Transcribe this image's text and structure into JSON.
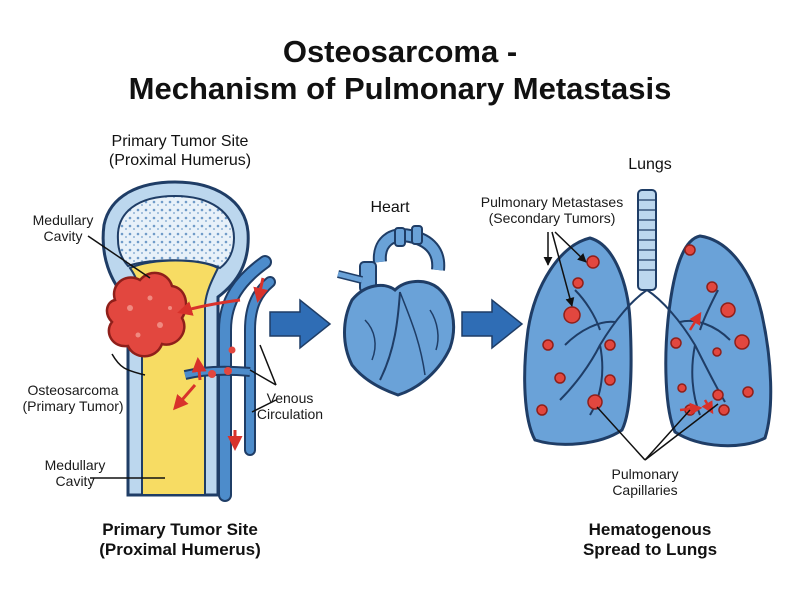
{
  "title": {
    "line1": "Osteosarcoma -",
    "line2": "Mechanism of Pulmonary Metastasis"
  },
  "sections": {
    "primary_top_1": "Primary Tumor Site",
    "primary_top_2": "(Proximal Humerus)",
    "heart": "Heart",
    "lungs": "Lungs",
    "primary_bottom_1": "Primary Tumor Site",
    "primary_bottom_2": "(Proximal Humerus)",
    "spread_1": "Hematogenous",
    "spread_2": "Spread to Lungs"
  },
  "labels": {
    "medullary_top_1": "Medullary",
    "medullary_top_2": "Cavity",
    "osteo_1": "Osteosarcoma",
    "osteo_2": "(Primary Tumor)",
    "medullary_bottom_1": "Medullary",
    "medullary_bottom_2": "Cavity",
    "venous_1": "Venous",
    "venous_2": "Circulation",
    "metastases_1": "Pulmonary Metastases",
    "metastases_2": "(Secondary Tumors)",
    "capillaries_1": "Pulmonary",
    "capillaries_2": "Capillaries"
  },
  "colors": {
    "bone_outline": "#1f3d66",
    "bone_fill": "#bcd7ee",
    "marrow": "#f7dc63",
    "tumor": "#e2473f",
    "vessel": "#4d8ccb",
    "arrow_blue": "#2f6db5",
    "lung": "#6aa2d8"
  }
}
